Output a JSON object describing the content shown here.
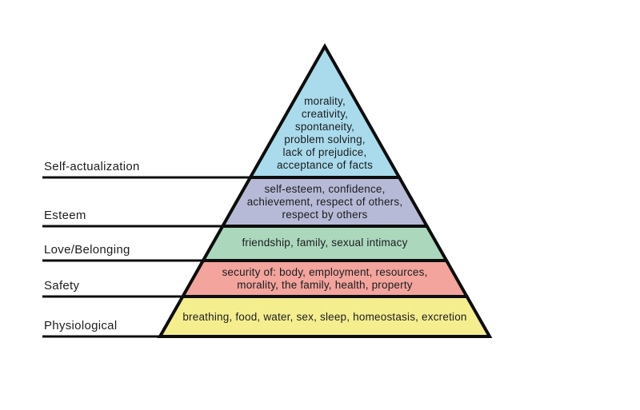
{
  "diagram": {
    "type": "pyramid",
    "levels": [
      {
        "label": "Self-actualization",
        "items": "morality,\ncreativity,\nspontaneity,\nproblem solving,\nlack of prejudice,\nacceptance of facts",
        "color": "#a9dbec"
      },
      {
        "label": "Esteem",
        "items": "self-esteem, confidence,\nachievement, respect of others,\nrespect by others",
        "color": "#b7bad7"
      },
      {
        "label": "Love/Belonging",
        "items": "friendship, family, sexual intimacy",
        "color": "#abd7bd"
      },
      {
        "label": "Safety",
        "items": "security of: body, employment, resources,\nmorality, the family, health, property",
        "color": "#f2a49d"
      },
      {
        "label": "Physiological",
        "items": "breathing, food, water, sex, sleep, homeostasis, excretion",
        "color": "#f5ee8f"
      }
    ],
    "colors": {
      "outline": "#0d0d0d",
      "text": "#1c1c1e",
      "background": "#ffffff"
    }
  }
}
